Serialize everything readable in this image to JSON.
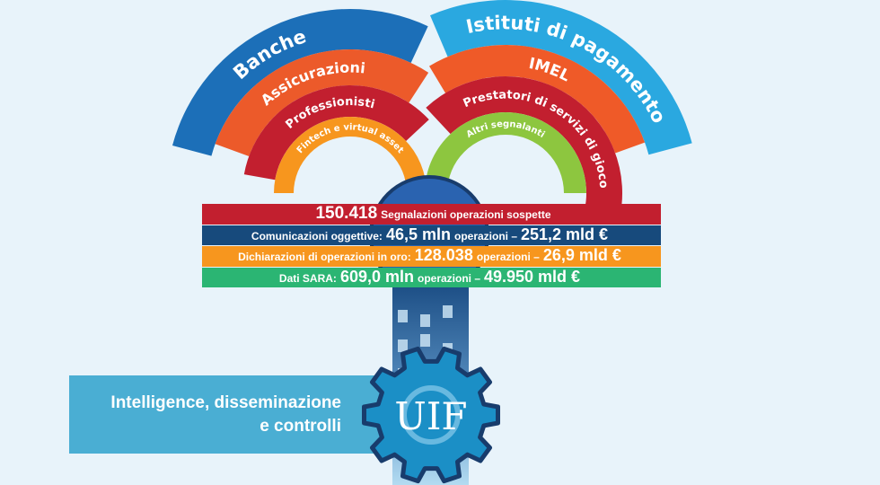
{
  "categories": {
    "left": [
      {
        "label": "Banche",
        "color": "#1c6fb8"
      },
      {
        "label": "Assicurazioni",
        "color": "#ec5a2a"
      },
      {
        "label": "Professionisti",
        "color": "#c21f2f"
      },
      {
        "label": "Fintech e virtual asset",
        "color": "#f7961e"
      }
    ],
    "right": [
      {
        "label": "Istituti di pagamento",
        "color": "#2aa8e0"
      },
      {
        "label": "IMEL",
        "color": "#ef5a28"
      },
      {
        "label": "Prestatori di servizi di gioco",
        "color": "#c21f2f"
      },
      {
        "label": "Altri segnalanti",
        "color": "#8dc63f"
      }
    ]
  },
  "flows": [
    {
      "name": "sos",
      "color": "#c21f2f",
      "value": "150.418",
      "text": "Segnalazioni operazioni sospette"
    },
    {
      "name": "oggettive",
      "color": "#174a7c",
      "prefix": "Comunicazioni oggettive:",
      "value": "46,5 mln",
      "mid": "operazioni –",
      "amount": "251,2 mld €"
    },
    {
      "name": "oro",
      "color": "#f7961e",
      "prefix": "Dichiarazioni di operazioni in oro:",
      "value": "128.038",
      "mid": "operazioni –",
      "amount": "26,9 mld €"
    },
    {
      "name": "sara",
      "color": "#2bb573",
      "prefix": "Dati SARA:",
      "value": "609,0 mln",
      "mid": "operazioni –",
      "amount": "49.950 mld €"
    }
  ],
  "panel": {
    "line1": "Intelligence, disseminazione",
    "line2": "e controlli"
  },
  "gear": {
    "label": "UIF",
    "icon": "gear-icon",
    "color": "#1b8fc6",
    "outline": "#183c6c"
  }
}
